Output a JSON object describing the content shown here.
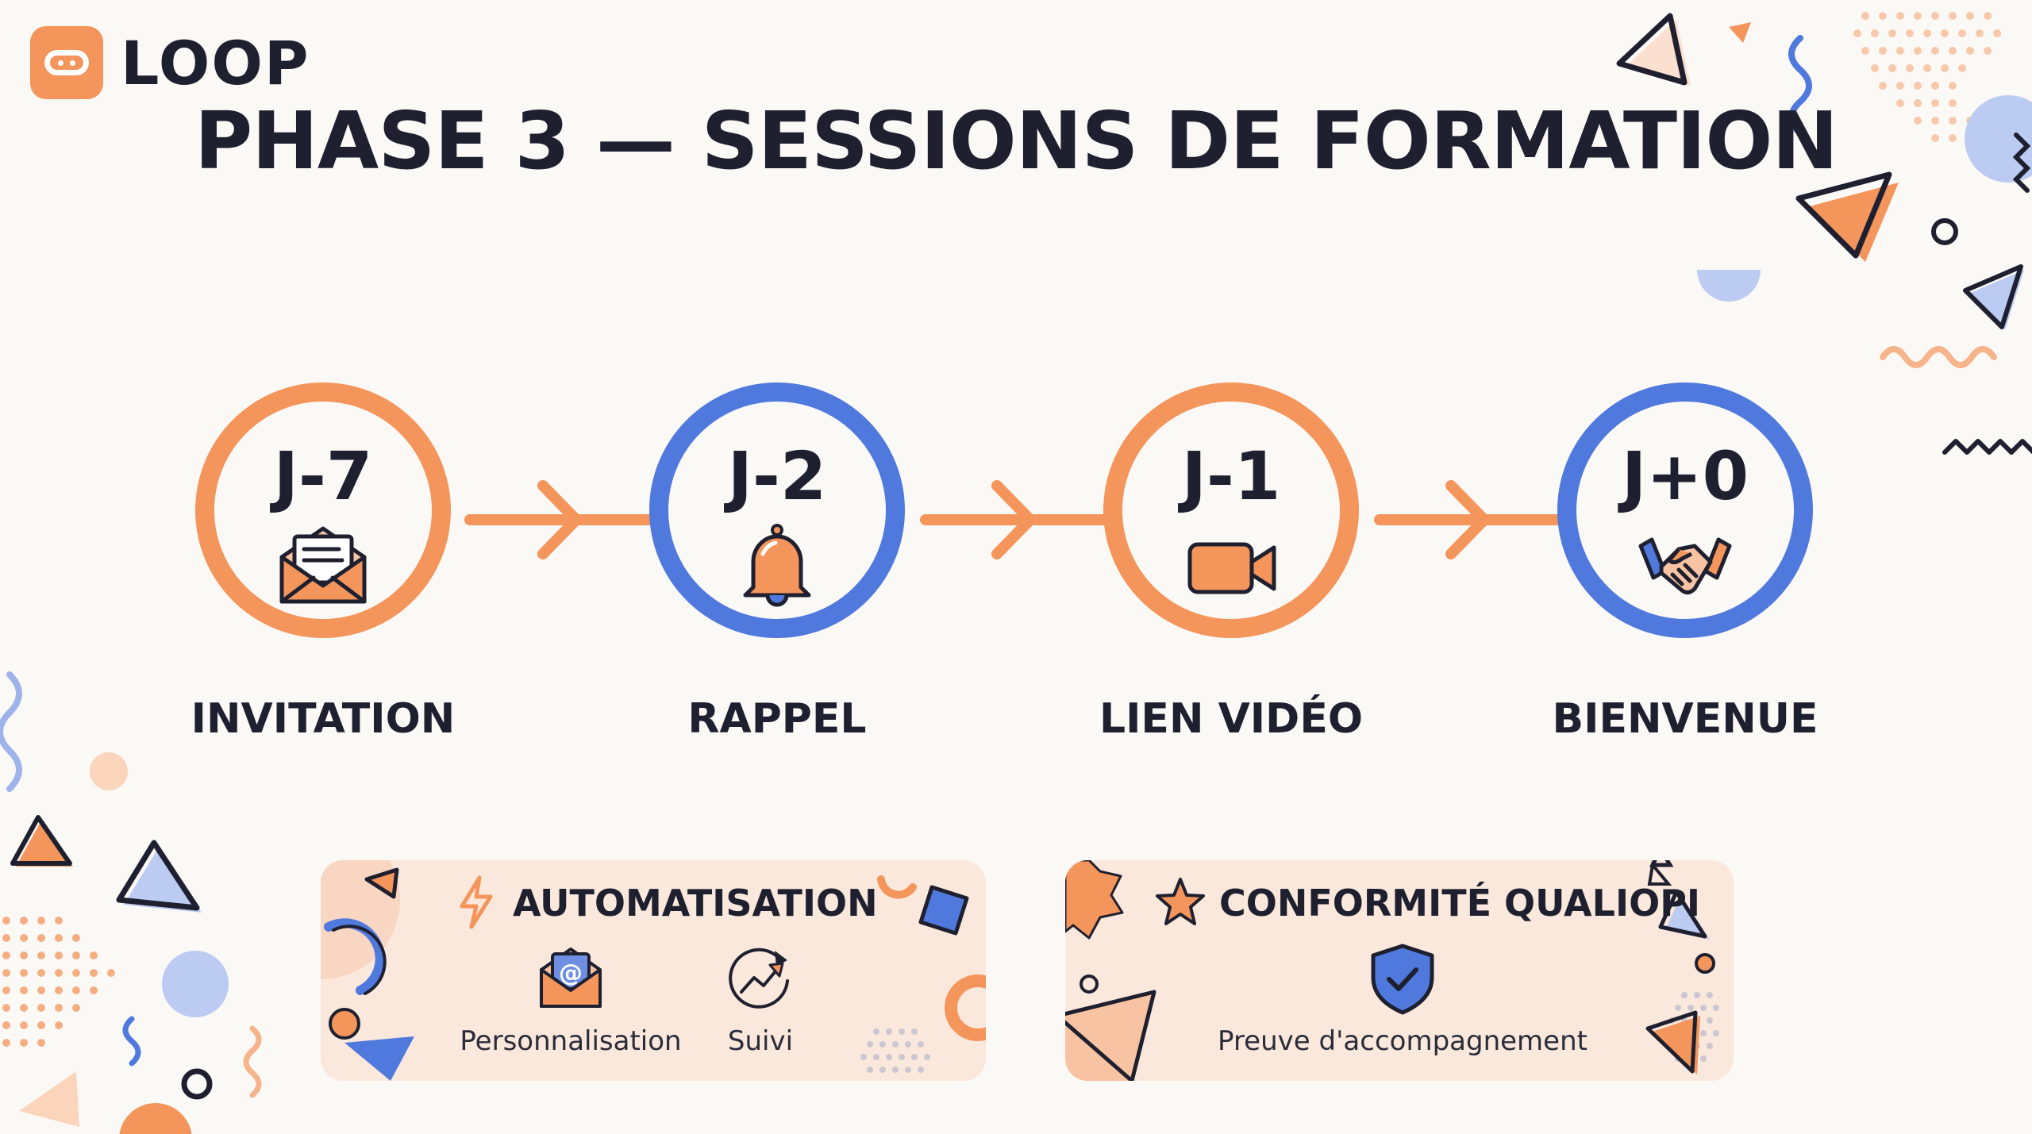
{
  "brand": {
    "name": "LOOP"
  },
  "title": "PHASE 3 — SESSIONS DE FORMATION",
  "colors": {
    "orange": "#f4955b",
    "blue": "#5079dd",
    "dark": "#1e2030",
    "panel": "#fbe8dc"
  },
  "steps": [
    {
      "code": "J-7",
      "label": "INVITATION",
      "icon": "envelope-icon",
      "ring": "orange"
    },
    {
      "code": "J-2",
      "label": "RAPPEL",
      "icon": "bell-icon",
      "ring": "blue"
    },
    {
      "code": "J-1",
      "label": "LIEN VIDÉO",
      "icon": "video-camera-icon",
      "ring": "orange"
    },
    {
      "code": "J+0",
      "label": "BIENVENUE",
      "icon": "handshake-icon",
      "ring": "blue"
    }
  ],
  "panels": {
    "automation": {
      "title": "AUTOMATISATION",
      "icon": "lightning-icon",
      "items": [
        {
          "label": "Personnalisation",
          "icon": "email-personalization-icon"
        },
        {
          "label": "Suivi",
          "icon": "tracking-chart-icon"
        }
      ]
    },
    "qualiopi": {
      "title": "CONFORMITÉ QUALIOPI",
      "icon": "star-icon",
      "items": [
        {
          "label": "Preuve d'accompagnement",
          "icon": "shield-check-icon"
        }
      ]
    }
  }
}
